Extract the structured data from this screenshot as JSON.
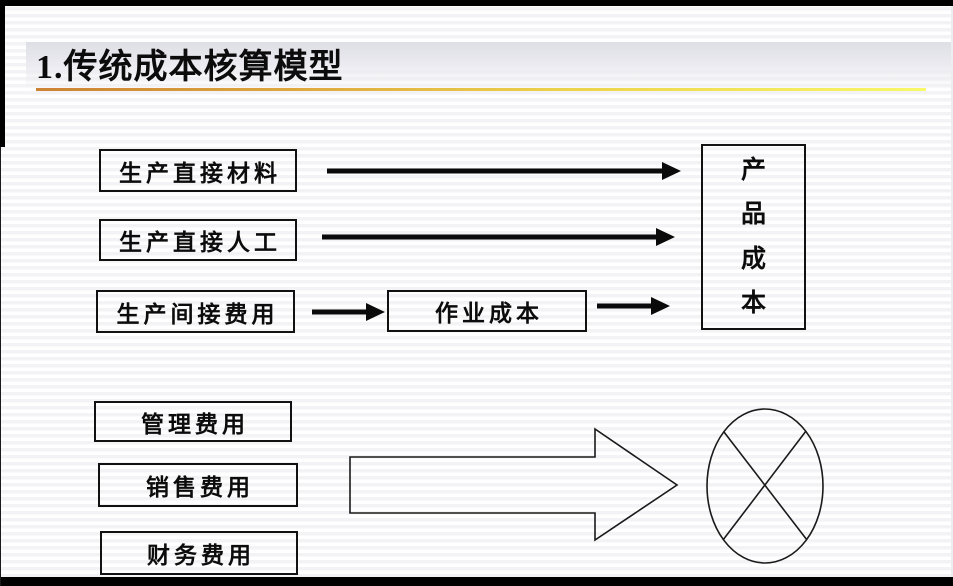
{
  "slide": {
    "title": "1.传统成本核算模型",
    "accent_colors": {
      "underline_left": "#cd8334",
      "underline_right": "#f8f868",
      "ink": "#000000",
      "stripe": "#f3f3f5",
      "title_band": "#dedee5"
    }
  },
  "diagram": {
    "input_boxes": [
      {
        "label": "生产直接材料"
      },
      {
        "label": "生产直接人工"
      },
      {
        "label": "生产间接费用"
      }
    ],
    "activity_box": {
      "label": "作业成本"
    },
    "product_box": {
      "label": "产品成本",
      "chars": [
        "产",
        "品",
        "成",
        "本"
      ]
    },
    "period_boxes": [
      {
        "label": "管理费用"
      },
      {
        "label": "销售费用"
      },
      {
        "label": "财务费用"
      }
    ],
    "icons": {
      "solid_arrow": "right-arrow-icon",
      "block_arrow": "hollow-block-right-arrow-icon",
      "excluded_symbol": "crossed-circle-icon"
    }
  }
}
